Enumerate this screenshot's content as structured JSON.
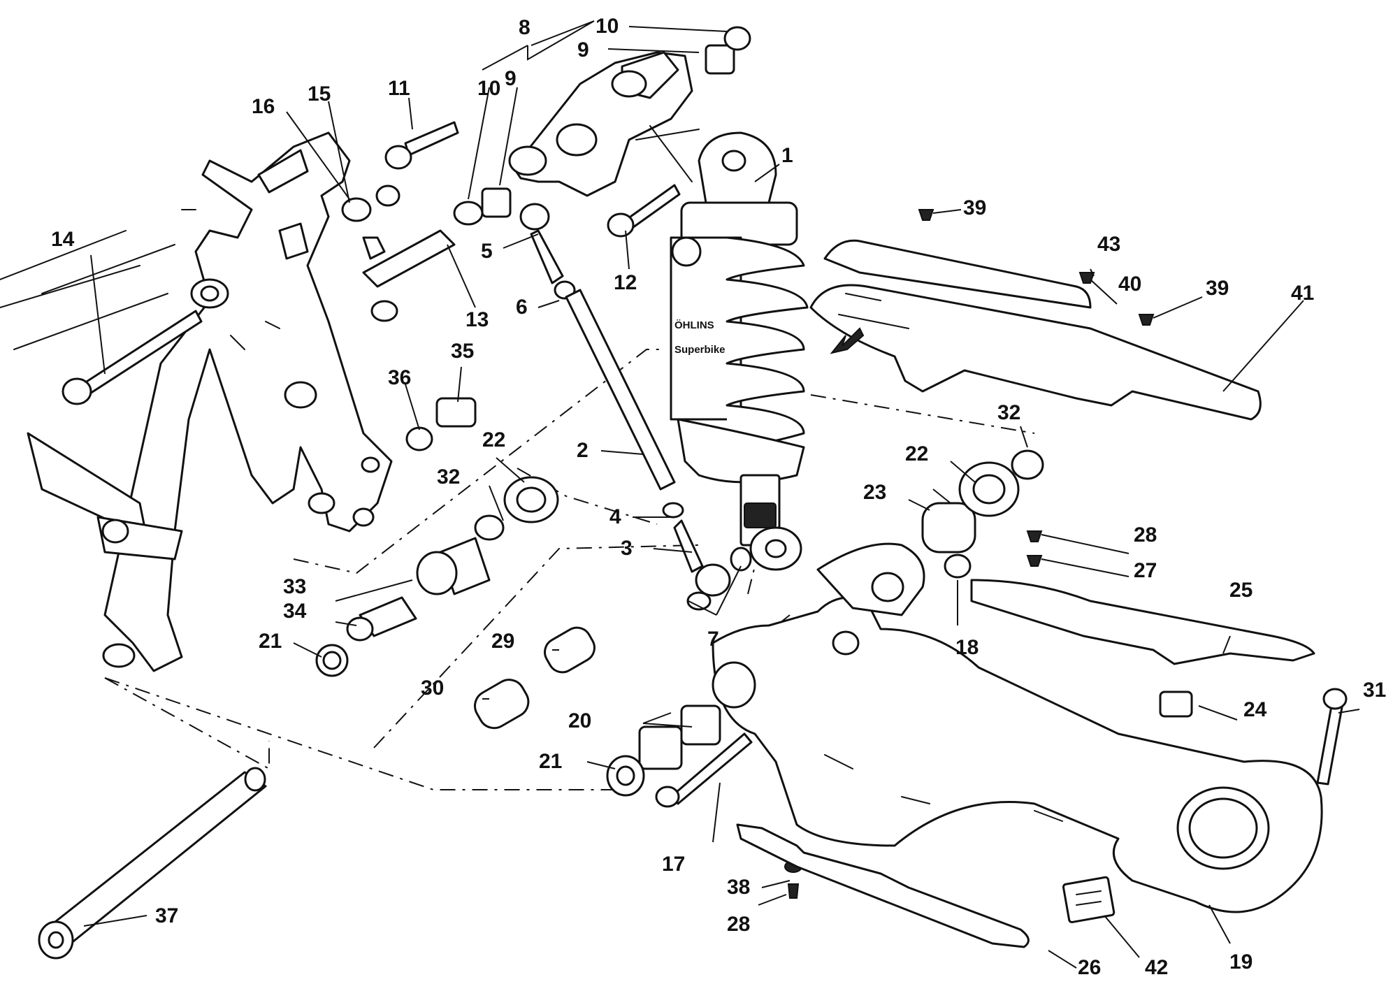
{
  "diagram": {
    "brand_text": "ÖHLINS",
    "brand_subtext": "Superbike",
    "callouts": [
      {
        "id": "c1",
        "label": "1"
      },
      {
        "id": "c2",
        "label": "2"
      },
      {
        "id": "c3",
        "label": "3"
      },
      {
        "id": "c4",
        "label": "4"
      },
      {
        "id": "c5",
        "label": "5"
      },
      {
        "id": "c6",
        "label": "6"
      },
      {
        "id": "c7",
        "label": "7"
      },
      {
        "id": "c8",
        "label": "8"
      },
      {
        "id": "c9a",
        "label": "9"
      },
      {
        "id": "c9b",
        "label": "9"
      },
      {
        "id": "c10a",
        "label": "10"
      },
      {
        "id": "c10b",
        "label": "10"
      },
      {
        "id": "c11",
        "label": "11"
      },
      {
        "id": "c12",
        "label": "12"
      },
      {
        "id": "c13",
        "label": "13"
      },
      {
        "id": "c14",
        "label": "14"
      },
      {
        "id": "c15",
        "label": "15"
      },
      {
        "id": "c16",
        "label": "16"
      },
      {
        "id": "c17",
        "label": "17"
      },
      {
        "id": "c18",
        "label": "18"
      },
      {
        "id": "c19",
        "label": "19"
      },
      {
        "id": "c20",
        "label": "20"
      },
      {
        "id": "c21a",
        "label": "21"
      },
      {
        "id": "c21b",
        "label": "21"
      },
      {
        "id": "c22a",
        "label": "22"
      },
      {
        "id": "c22b",
        "label": "22"
      },
      {
        "id": "c23",
        "label": "23"
      },
      {
        "id": "c24",
        "label": "24"
      },
      {
        "id": "c25",
        "label": "25"
      },
      {
        "id": "c26",
        "label": "26"
      },
      {
        "id": "c27",
        "label": "27"
      },
      {
        "id": "c28a",
        "label": "28"
      },
      {
        "id": "c28b",
        "label": "28"
      },
      {
        "id": "c29",
        "label": "29"
      },
      {
        "id": "c30",
        "label": "30"
      },
      {
        "id": "c31",
        "label": "31"
      },
      {
        "id": "c32a",
        "label": "32"
      },
      {
        "id": "c32b",
        "label": "32"
      },
      {
        "id": "c33",
        "label": "33"
      },
      {
        "id": "c34",
        "label": "34"
      },
      {
        "id": "c35",
        "label": "35"
      },
      {
        "id": "c36",
        "label": "36"
      },
      {
        "id": "c37",
        "label": "37"
      },
      {
        "id": "c38",
        "label": "38"
      },
      {
        "id": "c39a",
        "label": "39"
      },
      {
        "id": "c39b",
        "label": "39"
      },
      {
        "id": "c40",
        "label": "40"
      },
      {
        "id": "c41",
        "label": "41"
      },
      {
        "id": "c42",
        "label": "42"
      },
      {
        "id": "c43",
        "label": "43"
      }
    ]
  }
}
